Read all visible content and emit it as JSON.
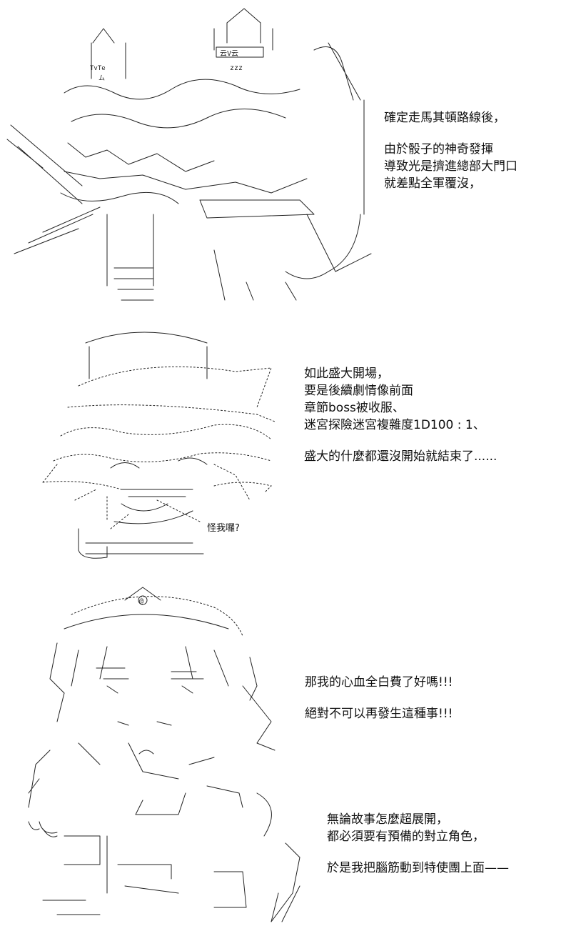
{
  "panel1": {
    "art": {
      "signboard": "云V云",
      "sleep_marks": "zzz",
      "tags": [
        "TvTe",
        "ム"
      ]
    },
    "caption": {
      "line1": "確定走馬其頓路線後，",
      "line2": "由於骰子的神奇發揮",
      "line3": "導致光是擠進總部大門口",
      "line4": "就差點全軍覆沒，"
    }
  },
  "panel2": {
    "caption": {
      "line1": "如此盛大開場，",
      "line2": "要是後續劇情像前面",
      "line3": "章節boss被收服、",
      "line4": "迷宮探險迷宮複雜度1D100 : 1、",
      "line5": "盛大的什麼都還沒開始就結束了......"
    },
    "small_label": "怪我囉?"
  },
  "panel3": {
    "art": {
      "emblem": "@"
    },
    "caption_a": {
      "line1": "那我的心血全白費了好嗎!!!",
      "line2": "絕對不可以再發生這種事!!!"
    },
    "caption_b": {
      "line1": "無論故事怎麼超展開，",
      "line2": "都必須要有預備的對立角色，",
      "line3": "於是我把腦筋動到特使團上面——"
    }
  }
}
